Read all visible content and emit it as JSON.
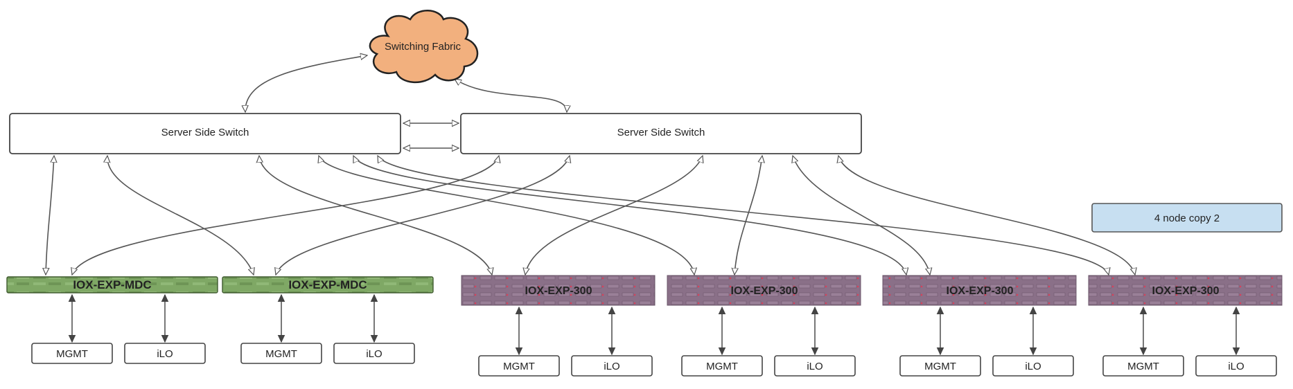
{
  "diagram": {
    "cloud": {
      "label": "Switching Fabric",
      "color": "#F2B07E"
    },
    "switches": [
      {
        "label": "Server Side Switch"
      },
      {
        "label": "Server Side Switch"
      }
    ],
    "note": {
      "label": "4 node copy 2",
      "color": "#C7DFF1"
    },
    "servers": [
      {
        "label": "IOX-EXP-MDC",
        "kind": "mdc",
        "color": "#7FA865"
      },
      {
        "label": "IOX-EXP-MDC",
        "kind": "mdc",
        "color": "#7FA865"
      },
      {
        "label": "IOX-EXP-300",
        "kind": "exp",
        "color": "#8A7088"
      },
      {
        "label": "IOX-EXP-300",
        "kind": "exp",
        "color": "#8A7088"
      },
      {
        "label": "IOX-EXP-300",
        "kind": "exp",
        "color": "#8A7088"
      },
      {
        "label": "IOX-EXP-300",
        "kind": "exp",
        "color": "#8A7088"
      }
    ],
    "ports": [
      [
        "MGMT",
        "iLO"
      ],
      [
        "MGMT",
        "iLO"
      ],
      [
        "MGMT",
        "iLO"
      ],
      [
        "MGMT",
        "iLO"
      ],
      [
        "MGMT",
        "iLO"
      ],
      [
        "MGMT",
        "iLO"
      ]
    ]
  }
}
